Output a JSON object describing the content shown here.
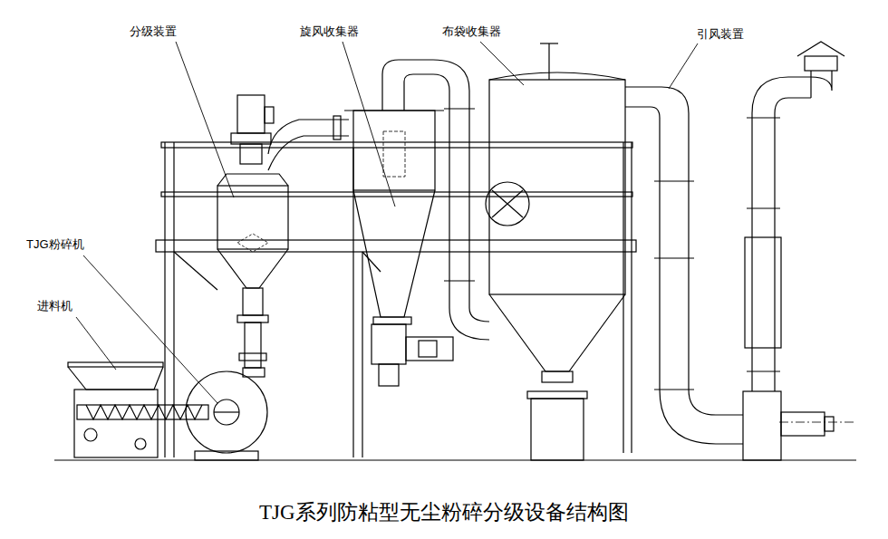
{
  "diagram": {
    "caption": "TJG系列防粘型无尘粉碎分级设备结构图",
    "labels": [
      "分级装置",
      "旋风收集器",
      "布袋收集器",
      "引风装置",
      "TJG粉碎机",
      "进料机"
    ]
  }
}
